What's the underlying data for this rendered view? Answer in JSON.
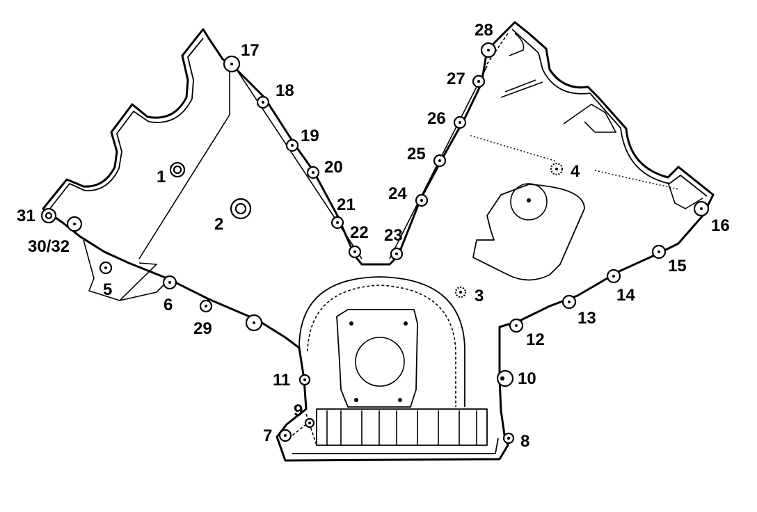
{
  "callouts": {
    "c1": "1",
    "c2": "2",
    "c3": "3",
    "c4": "4",
    "c5": "5",
    "c6": "6",
    "c7": "7",
    "c8": "8",
    "c9": "9",
    "c10": "10",
    "c11": "11",
    "c12": "12",
    "c13": "13",
    "c14": "14",
    "c15": "15",
    "c16": "16",
    "c17": "17",
    "c18": "18",
    "c19": "19",
    "c20": "20",
    "c21": "21",
    "c22": "22",
    "c23": "23",
    "c24": "24",
    "c25": "25",
    "c26": "26",
    "c27": "27",
    "c28": "28",
    "c29": "29",
    "c30_32": "30/32",
    "c31": "31"
  }
}
